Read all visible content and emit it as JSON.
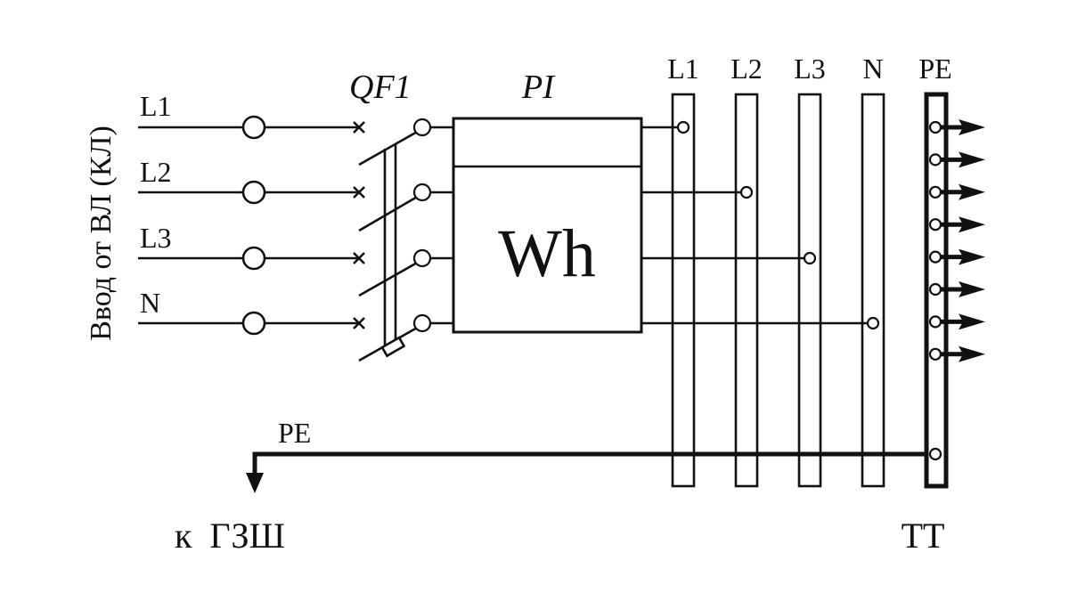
{
  "diagram": {
    "input_label": "Ввод от ВЛ (КЛ)",
    "input_lines": [
      {
        "id": "L1",
        "label": "L1"
      },
      {
        "id": "L2",
        "label": "L2"
      },
      {
        "id": "L3",
        "label": "L3"
      },
      {
        "id": "N",
        "label": "N"
      }
    ],
    "breaker_label": "QF1",
    "meter_label": "PI",
    "meter_symbol": "Wh",
    "busbars": [
      {
        "id": "L1",
        "label": "L1"
      },
      {
        "id": "L2",
        "label": "L2"
      },
      {
        "id": "L3",
        "label": "L3"
      },
      {
        "id": "N",
        "label": "N"
      },
      {
        "id": "PE",
        "label": "PE"
      }
    ],
    "pe_outputs_count": 8,
    "pe_conductor_label": "PE",
    "ground_label": "к  ГЗШ",
    "system_label": "TT",
    "colors": {
      "ink": "#111111",
      "background": "#ffffff"
    }
  }
}
